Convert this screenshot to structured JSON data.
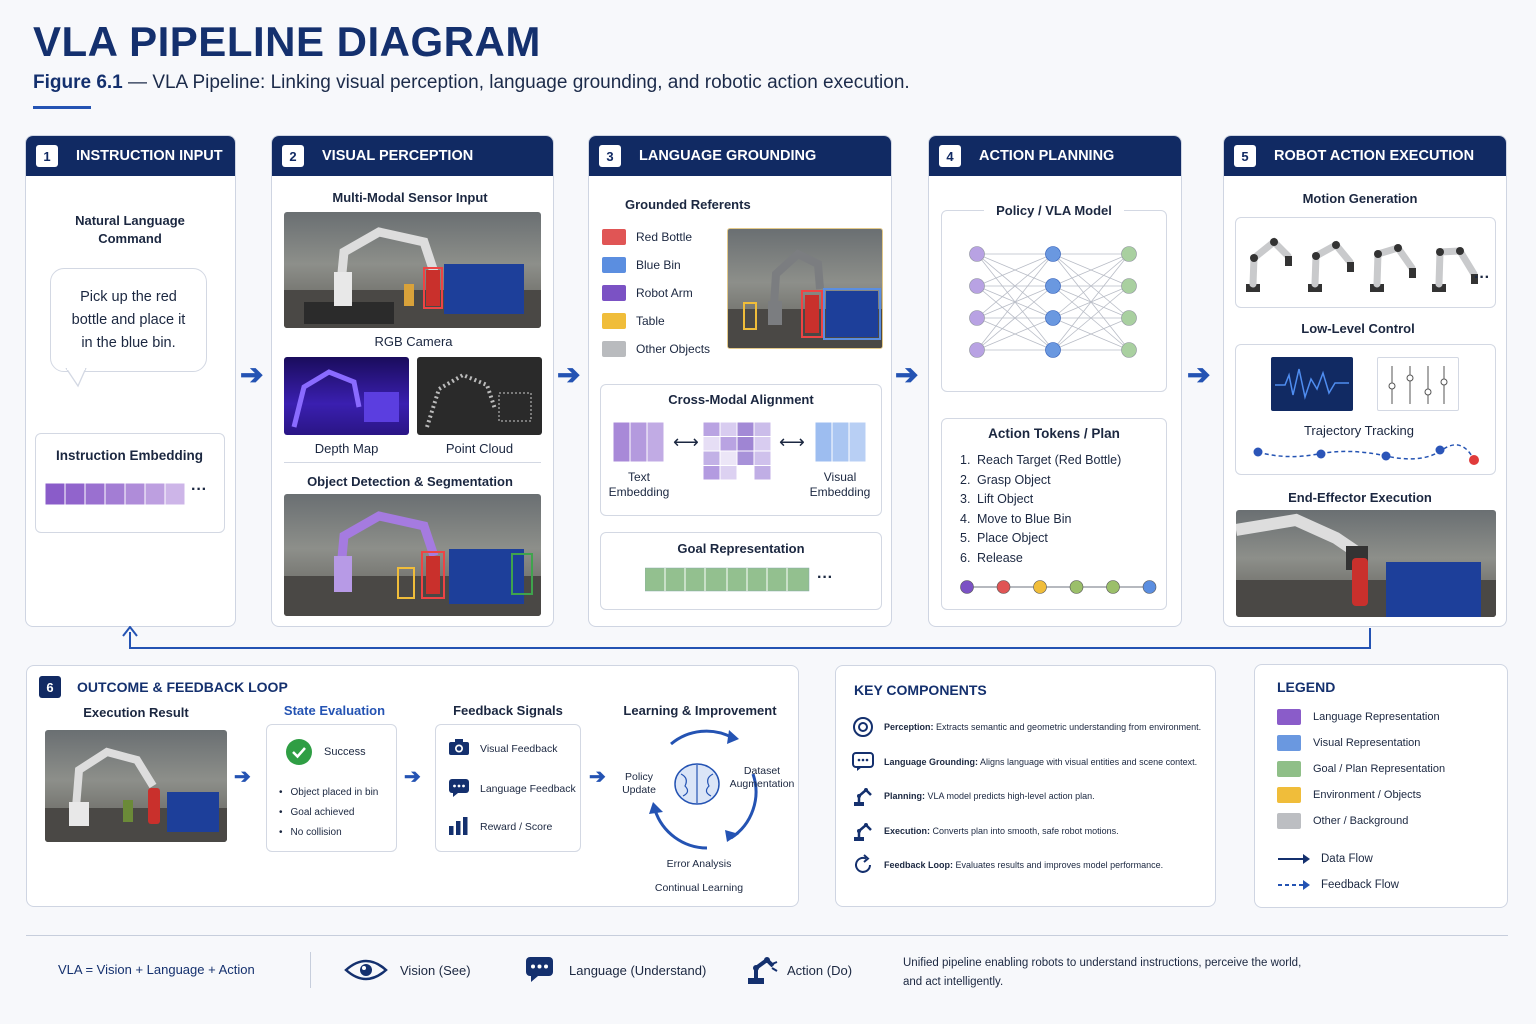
{
  "header": {
    "title": "VLA PIPELINE DIAGRAM",
    "fig_label": "Figure 6.1",
    "fig_dash": " — ",
    "fig_text": "VLA Pipeline: Linking visual perception, language grounding, and robotic action execution."
  },
  "p1": {
    "num": "1",
    "title": "INSTRUCTION INPUT",
    "nl_label": "Natural Language\nCommand",
    "bubble": "Pick up the red\nbottle and place it\nin the blue bin.",
    "embed_label": "Instruction Embedding",
    "dots": "···"
  },
  "p2": {
    "num": "2",
    "title": "VISUAL PERCEPTION",
    "sensor_label": "Multi-Modal Sensor Input",
    "rgb": "RGB Camera",
    "depth": "Depth Map",
    "pc": "Point Cloud",
    "det": "Object Detection & Segmentation"
  },
  "p3": {
    "num": "3",
    "title": "LANGUAGE GROUNDING",
    "ref_label": "Grounded Referents",
    "referents": [
      {
        "name": "Red Bottle",
        "color": "#e05555"
      },
      {
        "name": "Blue Bin",
        "color": "#5b8ee0"
      },
      {
        "name": "Robot Arm",
        "color": "#7b52c4"
      },
      {
        "name": "Table",
        "color": "#f0bd3a"
      },
      {
        "name": "Other Objects",
        "color": "#b9bbbe"
      }
    ],
    "cma_label": "Cross-Modal Alignment",
    "text_emb": "Text\nEmbedding",
    "vis_emb": "Visual\nEmbedding",
    "goal_label": "Goal Representation",
    "dots": "···"
  },
  "p4": {
    "num": "4",
    "title": "ACTION PLANNING",
    "policy_label": "Policy / VLA Model",
    "tokens_label": "Action Tokens / Plan",
    "steps": [
      "Reach Target (Red Bottle)",
      "Grasp Object",
      "Lift Object",
      "Move to Blue Bin",
      "Place Object",
      "Release"
    ],
    "token_colors": [
      "#7b52c4",
      "#e05555",
      "#f0bd3a",
      "#9bbf6a",
      "#9bbf6a",
      "#5b8ee0"
    ]
  },
  "p5": {
    "num": "5",
    "title": "ROBOT ACTION EXECUTION",
    "motion_label": "Motion Generation",
    "llc_label": "Low-Level Control",
    "traj_label": "Trajectory Tracking",
    "ee_label": "End-Effector Execution",
    "dots": "···"
  },
  "p6": {
    "num": "6",
    "title": "OUTCOME & FEEDBACK LOOP",
    "exec_label": "Execution Result",
    "state_label": "State Evaluation",
    "success": "Success",
    "bullets": [
      "Object placed in bin",
      "Goal achieved",
      "No collision"
    ],
    "fb_label": "Feedback Signals",
    "signals": [
      "Visual Feedback",
      "Language Feedback",
      "Reward / Score"
    ],
    "learn_label": "Learning & Improvement",
    "policy_update": "Policy\nUpdate",
    "dataset_aug": "Dataset\nAugmentation",
    "error_analysis": "Error Analysis",
    "continual": "Continual Learning"
  },
  "key": {
    "title": "KEY COMPONENTS",
    "items": [
      {
        "term": "Perception:",
        "desc": " Extracts semantic and geometric understanding from environment.",
        "icon": "target-icon"
      },
      {
        "term": "Language Grounding:",
        "desc": " Aligns language with visual entities and scene context.",
        "icon": "chat-icon"
      },
      {
        "term": "Planning:",
        "desc": " VLA model predicts high-level action plan.",
        "icon": "robot-arm-icon"
      },
      {
        "term": "Execution:",
        "desc": " Converts plan into smooth, safe robot motions.",
        "icon": "robot-arm-icon"
      },
      {
        "term": "Feedback Loop:",
        "desc": " Evaluates results and improves model performance.",
        "icon": "refresh-icon"
      }
    ]
  },
  "legend": {
    "title": "LEGEND",
    "items": [
      {
        "label": "Language Representation",
        "color": "#8a5cc9"
      },
      {
        "label": "Visual Representation",
        "color": "#6a98e0"
      },
      {
        "label": "Goal / Plan Representation",
        "color": "#8fbf88"
      },
      {
        "label": "Environment / Objects",
        "color": "#f0bd3a"
      },
      {
        "label": "Other / Background",
        "color": "#bcbec2"
      }
    ],
    "data_flow": "Data Flow",
    "feedback_flow": "Feedback Flow"
  },
  "footer": {
    "vla": "VLA = Vision + Language + Action",
    "vision": "Vision (See)",
    "language": "Language (Understand)",
    "action": "Action (Do)",
    "tagline": "Unified pipeline enabling robots to understand instructions, perceive the world,\nand act intelligently."
  }
}
